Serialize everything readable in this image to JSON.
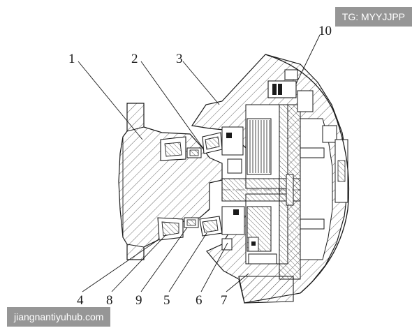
{
  "watermarks": {
    "top_right": "TG: MYYJJPP",
    "bottom_left": "jiangnantiyuhub.com"
  },
  "callouts": {
    "c1": "1",
    "c2": "2",
    "c3": "3",
    "c4": "4",
    "c5": "5",
    "c6": "6",
    "c7": "7",
    "c8": "8",
    "c9": "9",
    "c10": "10"
  },
  "colors": {
    "line": "#1a1a1a",
    "hatch": "#555555"
  }
}
